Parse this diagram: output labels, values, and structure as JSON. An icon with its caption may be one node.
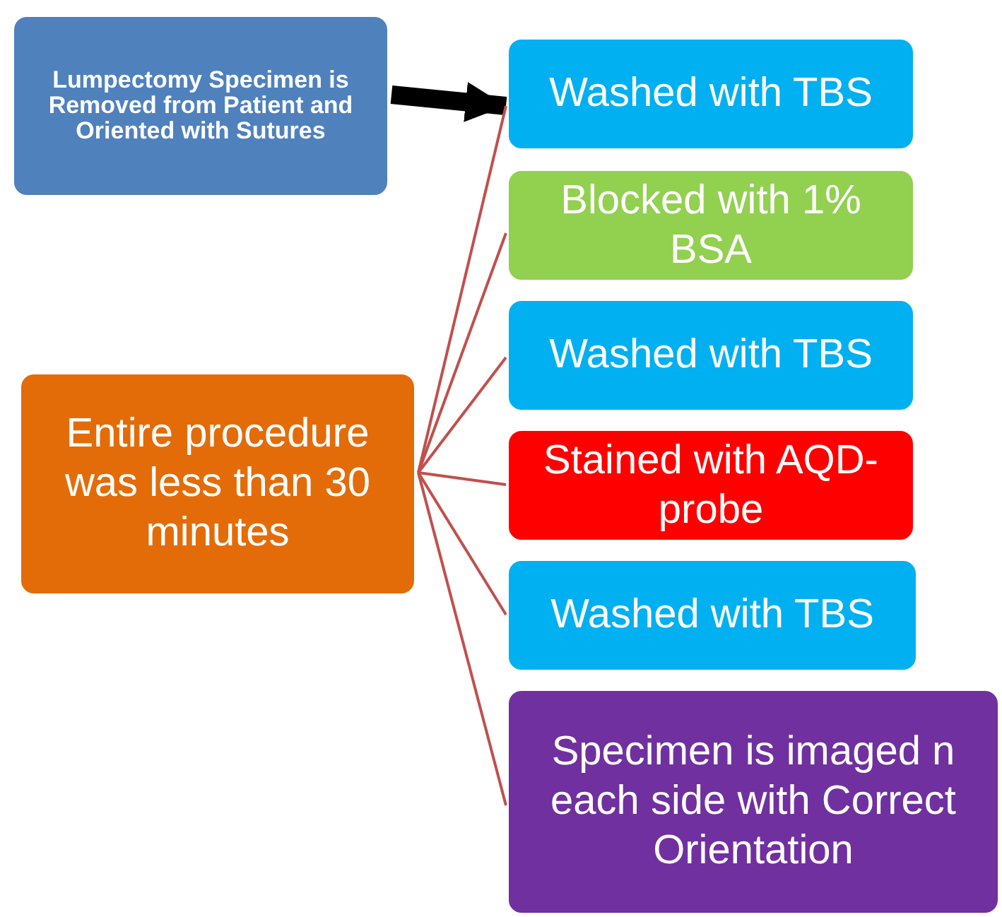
{
  "diagram": {
    "nodes": [
      {
        "text": [
          "Lumpectomy Specimen is Removed from Patient and Oriented with Sutures"
        ]
      },
      {
        "text": [
          "Washed with TBS"
        ]
      },
      {
        "text": [
          "Blocked with 1% BSA"
        ]
      },
      {
        "text": [
          "Washed with TBS"
        ]
      },
      {
        "text": [
          "Entire procedure was less than 30 minutes"
        ]
      },
      {
        "text": [
          "Stained with AQD-probe"
        ]
      },
      {
        "text": [
          "Washed with TBS"
        ]
      },
      {
        "text": [
          "Specimen is imaged n each side with Correct Orientation"
        ]
      }
    ],
    "edges": [
      {
        "from": 0,
        "to": 1,
        "arrow": "to",
        "style": "thick",
        "color": "#000000"
      },
      {
        "from": 4,
        "to": 1,
        "arrow": "none"
      },
      {
        "from": 4,
        "to": 2,
        "arrow": "none"
      },
      {
        "from": 4,
        "to": 3,
        "arrow": "none"
      },
      {
        "from": 4,
        "to": 5,
        "arrow": "none"
      },
      {
        "from": 4,
        "to": 6,
        "arrow": "none"
      },
      {
        "from": 4,
        "to": 7,
        "arrow": "none"
      }
    ]
  }
}
